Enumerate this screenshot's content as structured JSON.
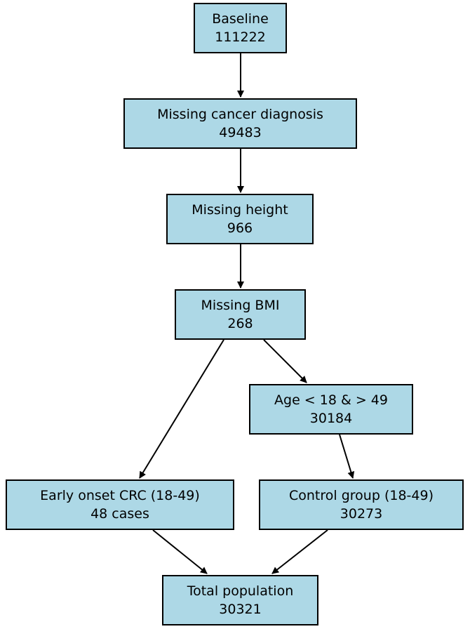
{
  "nodes": {
    "baseline": {
      "label": "Baseline",
      "value": "111222"
    },
    "missing_cancer": {
      "label": "Missing cancer diagnosis",
      "value": "49483"
    },
    "missing_height": {
      "label": "Missing height",
      "value": "966"
    },
    "missing_bmi": {
      "label": "Missing BMI",
      "value": "268"
    },
    "age_exclusion": {
      "label": "Age < 18 & > 49",
      "value": "30184"
    },
    "early_onset": {
      "label": "Early onset CRC (18-49)",
      "value": "48 cases"
    },
    "control_group": {
      "label": "Control group (18-49)",
      "value": "30273"
    },
    "total_population": {
      "label": "Total population",
      "value": "30321"
    }
  },
  "edges": [
    {
      "from": "baseline",
      "to": "missing_cancer"
    },
    {
      "from": "missing_cancer",
      "to": "missing_height"
    },
    {
      "from": "missing_height",
      "to": "missing_bmi"
    },
    {
      "from": "missing_bmi",
      "to": "early_onset"
    },
    {
      "from": "missing_bmi",
      "to": "age_exclusion"
    },
    {
      "from": "age_exclusion",
      "to": "control_group"
    },
    {
      "from": "early_onset",
      "to": "total_population"
    },
    {
      "from": "control_group",
      "to": "total_population"
    }
  ],
  "colors": {
    "node_fill": "#add8e6",
    "node_border": "#000000",
    "edge": "#000000"
  }
}
